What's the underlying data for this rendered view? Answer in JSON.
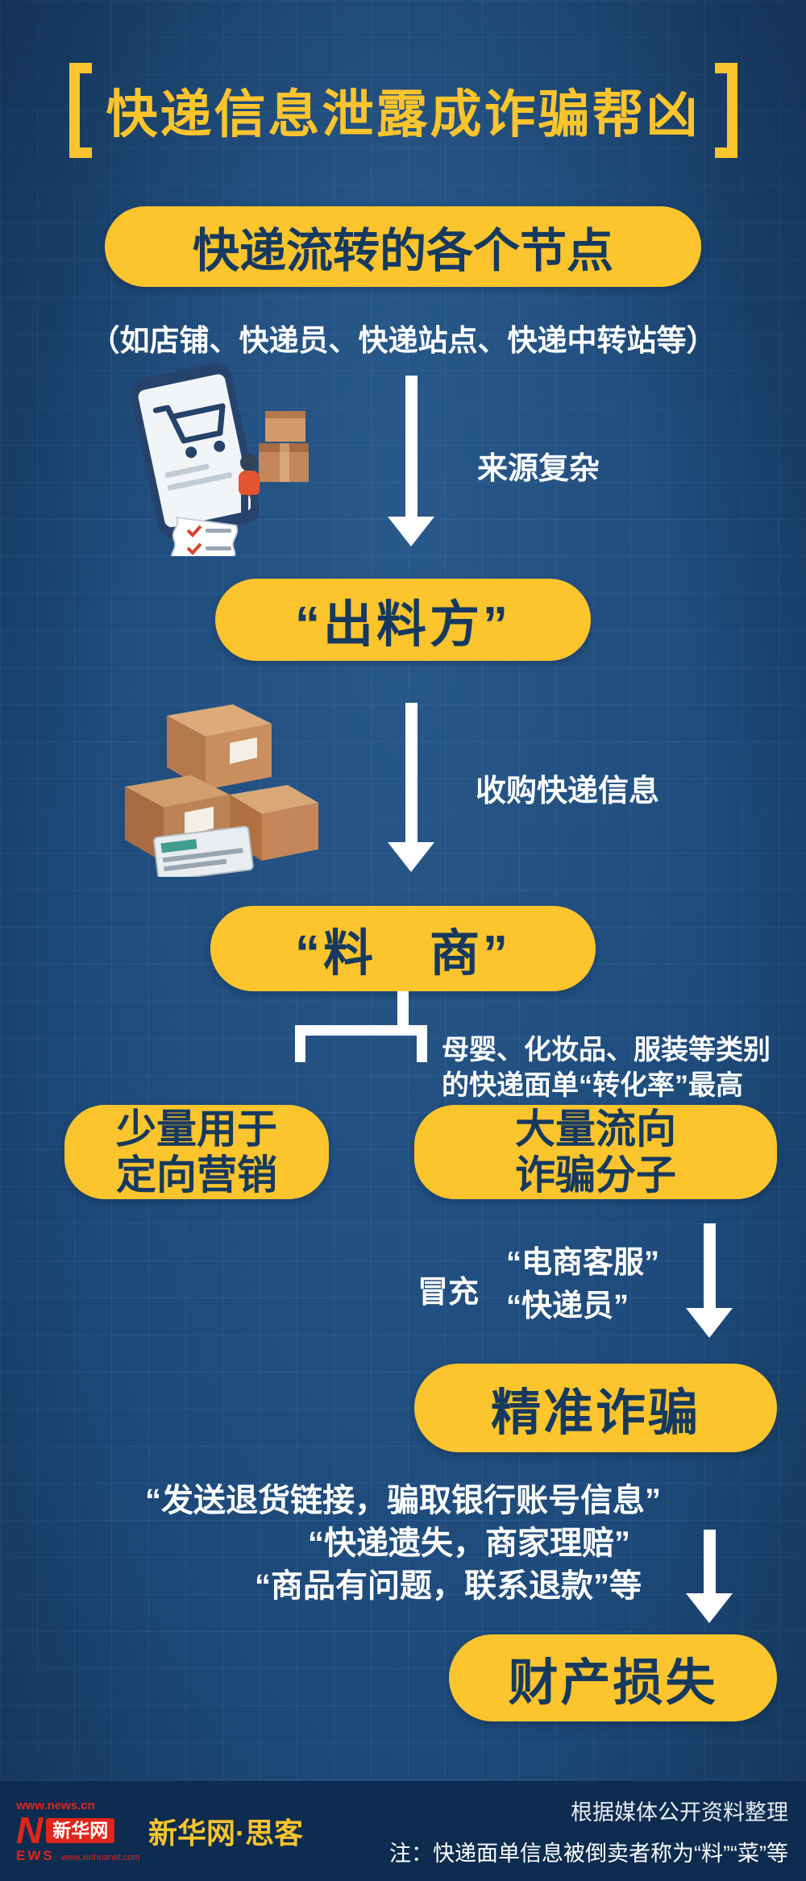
{
  "header": {
    "title": "快递信息泄露成诈骗帮凶"
  },
  "flow": {
    "node1": {
      "label": "快递流转的各个节点",
      "subtitle": "（如店铺、快递员、快递站点、快递中转站等）"
    },
    "arrow1_label": "来源复杂",
    "node2": {
      "label": "“出料方”"
    },
    "arrow2_label": "收购快递信息",
    "node3": {
      "label": "“料　商”"
    },
    "branch_note": {
      "line1": "母婴、化妆品、服装等类别",
      "line2": "的快递面单“转化率”最高"
    },
    "node4a": {
      "line1": "少量用于",
      "line2": "定向营销"
    },
    "node4b": {
      "line1": "大量流向",
      "line2": "诈骗分子"
    },
    "arrow3": {
      "prefix": "冒充",
      "quote1": "“电商客服”",
      "quote2": "“快递员”"
    },
    "node5": {
      "label": "精准诈骗"
    },
    "quotes": [
      "“发送退货链接，骗取银行账号信息”",
      "“快递遗失，商家理赔”",
      "“商品有问题，联系退款”等"
    ],
    "node6": {
      "label": "财产损失"
    }
  },
  "footer": {
    "logo_url_top": "www.news.cn",
    "logo_n": "N",
    "logo_name": "新华网",
    "logo_news": "EWS",
    "logo_url_bottom": "www.xinhuanet.com",
    "brand": "新华网·思客",
    "source": "根据媒体公开资料整理",
    "note": "注：快递面单信息被倒卖者称为“料”“菜”等"
  },
  "icons": {
    "arrow-down-icon": "css triangle + bar, white",
    "phone-shopping-illustration": "inline svg: phone with cart, parcels, courier figure, receipt",
    "parcel-boxes-illustration": "inline svg: cardboard boxes with waybill envelope",
    "xinhuanet-logo": "red N + red box wordmark"
  },
  "colors": {
    "background": "#1d4a7a",
    "accent_yellow": "#fcc42d",
    "pill_text_navy": "#16395f",
    "footer_bg": "#0d2c4f",
    "logo_red": "#e0251b",
    "text_white": "#ffffff"
  }
}
